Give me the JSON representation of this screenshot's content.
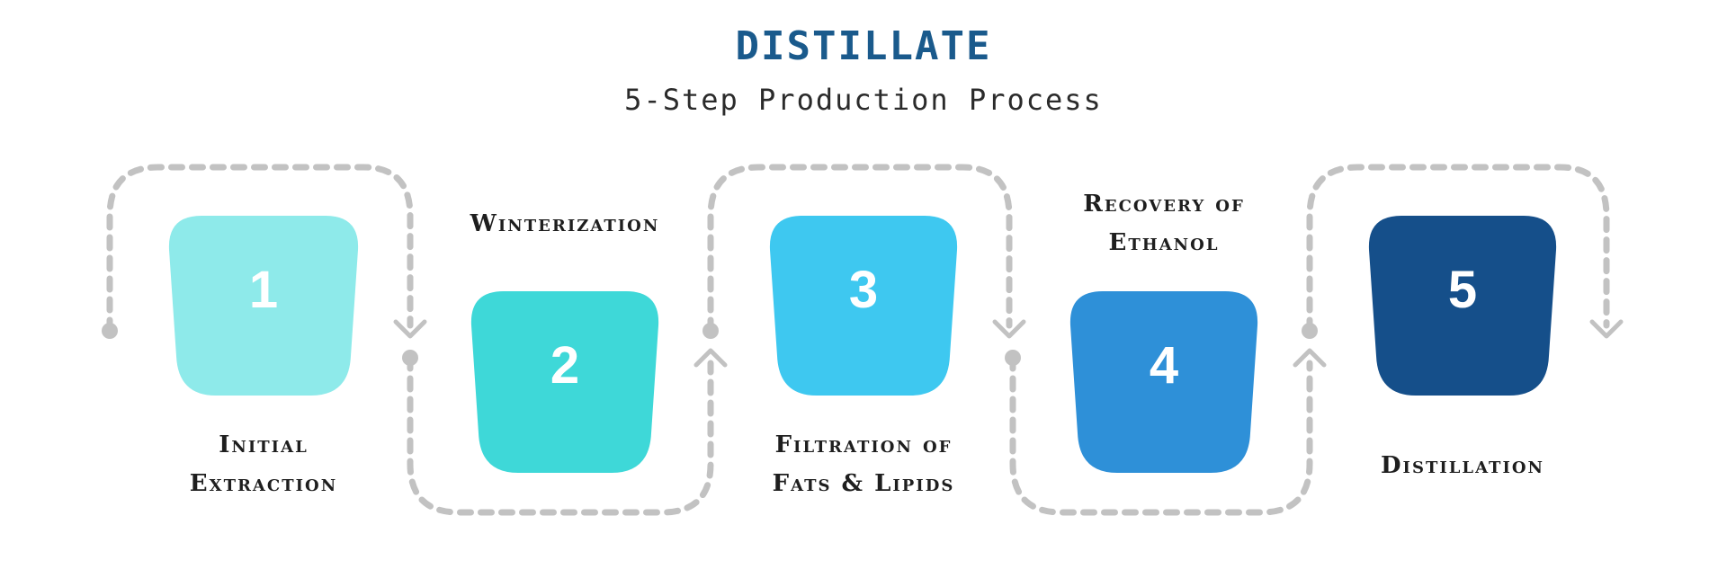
{
  "title": "DISTILLATE",
  "subtitle": "5-Step Production Process",
  "steps": [
    {
      "number": "1",
      "label_lines": [
        "Initial",
        "Extraction"
      ],
      "color": "#8eeaea"
    },
    {
      "number": "2",
      "label_lines": [
        "Winterization"
      ],
      "color": "#3ed8d8"
    },
    {
      "number": "3",
      "label_lines": [
        "Filtration of",
        "Fats & Lipids"
      ],
      "color": "#3ec8f0"
    },
    {
      "number": "4",
      "label_lines": [
        "Recovery of",
        "Ethanol"
      ],
      "color": "#2e90d8"
    },
    {
      "number": "5",
      "label_lines": [
        "Distillation"
      ],
      "color": "#154f8a"
    }
  ],
  "connector_color": "#c2c2c2",
  "icons": {
    "path_start": "dot-icon",
    "path_end": "chevron-icon"
  }
}
